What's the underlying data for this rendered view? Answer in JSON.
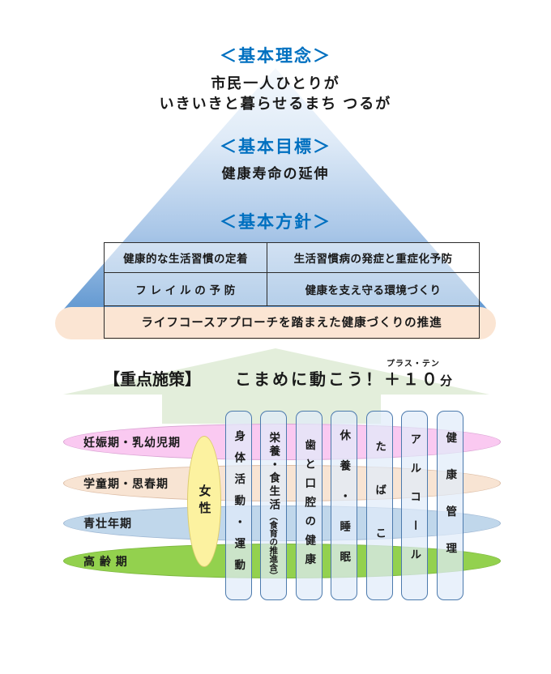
{
  "philosophy": {
    "heading": "＜基本理念＞",
    "line1": "市民一人ひとりが",
    "line2": "いきいきと暮らせるまち つるが"
  },
  "goal": {
    "heading": "＜基本目標＞",
    "text": "健康寿命の延伸"
  },
  "policy": {
    "heading": "＜基本方針＞",
    "cells": [
      "健康的な生活習慣の定着",
      "生活習慣病の発症と重症化予防",
      "フ レ イ ル の 予 防",
      "健康を支え守る環境づくり"
    ],
    "banner": "ライフコースアプローチを踏まえた健康づくりの推進"
  },
  "priority": {
    "label": "【重点施策】",
    "slogan_pre": "こまめに動こう！",
    "plus_ten": "＋１０",
    "ruby": "プラス・テン",
    "suffix": "分"
  },
  "life_stages": [
    {
      "label": "妊娠期・乳幼児期",
      "color": "#FAC9F1"
    },
    {
      "label": "学童期・思春期",
      "color": "#F8E4D3"
    },
    {
      "label": "青壮年期",
      "color": "#C0D7EB"
    },
    {
      "label": "高 齢 期",
      "color": "#93D14E"
    }
  ],
  "female": {
    "label": "女性",
    "color": "#FCF2A0"
  },
  "measures": [
    {
      "label": "身体活動・運動"
    },
    {
      "label": "栄養・食生活",
      "sub": "（食育の推進含）"
    },
    {
      "label": "歯と口腔の健康"
    },
    {
      "label": "休養・睡眠"
    },
    {
      "label": "たばこ"
    },
    {
      "label": "アルコール"
    },
    {
      "label": "健康管理"
    }
  ],
  "colors": {
    "heading_blue": "#0070C0",
    "pyramid_top": "#F5F9FD",
    "pyramid_bottom": "#5E96D0",
    "banner_peach": "#FBE5D3",
    "arrow_green": "#E3EEDB",
    "column_fill": "#DFEBF8",
    "column_border": "#4C7AAD",
    "text_black": "#1A1A1A"
  }
}
